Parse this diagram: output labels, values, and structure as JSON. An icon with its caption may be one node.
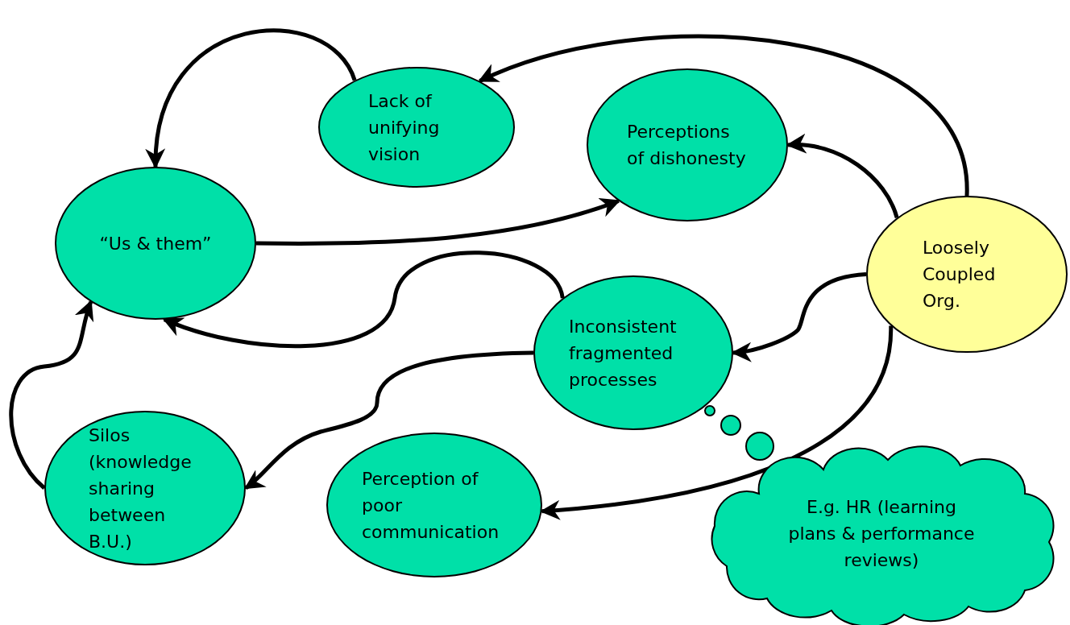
{
  "diagram": {
    "nodes": [
      {
        "text": [
          "Lack of unifying vision"
        ]
      },
      {
        "text": [
          "Perceptions of dishonesty"
        ]
      },
      {
        "text": [
          "“Us & them”"
        ]
      },
      {
        "text": [
          "Loosely Coupled Org."
        ]
      },
      {
        "text": [
          "Inconsistent fragmented processes"
        ]
      },
      {
        "text": [
          "Silos (knowledge sharing between B.U.)"
        ]
      },
      {
        "text": [
          "Perception of poor communication"
        ]
      },
      {
        "text": [
          "E.g. HR (learning plans & performance reviews)"
        ]
      }
    ],
    "edges": [
      {
        "from": 0,
        "to": 2,
        "arrow": "to"
      },
      {
        "from": 3,
        "to": 0,
        "arrow": "to"
      },
      {
        "from": 3,
        "to": 1,
        "arrow": "to"
      },
      {
        "from": 2,
        "to": 1,
        "arrow": "to"
      },
      {
        "from": 4,
        "to": 2,
        "arrow": "to"
      },
      {
        "from": 3,
        "to": 4,
        "arrow": "to"
      },
      {
        "from": 4,
        "to": 5,
        "arrow": "to"
      },
      {
        "from": 5,
        "to": 2,
        "arrow": "to"
      },
      {
        "from": 3,
        "to": 6,
        "arrow": "to"
      }
    ]
  }
}
